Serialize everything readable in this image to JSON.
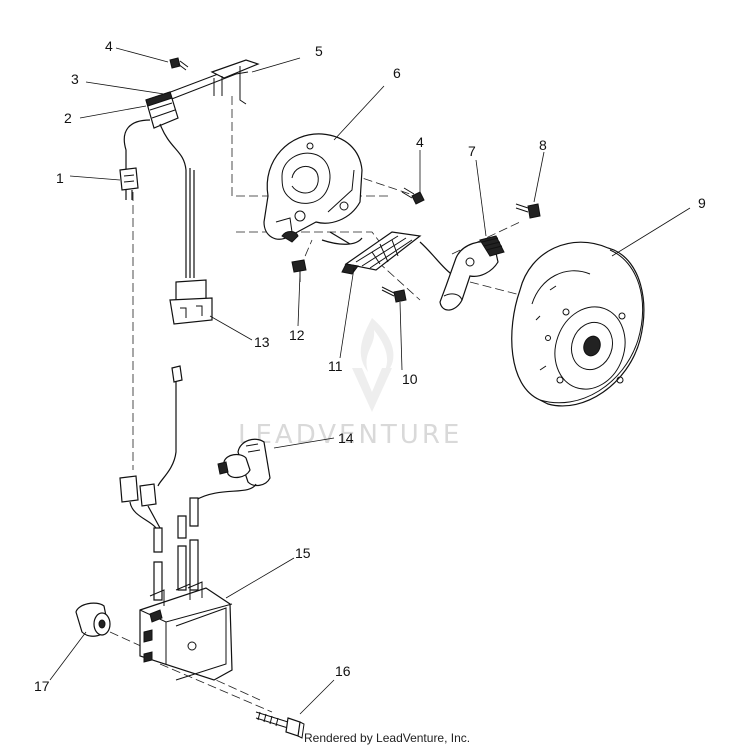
{
  "callouts": {
    "n1": "1",
    "n2": "2",
    "n3": "3",
    "n4a": "4",
    "n4b": "4",
    "n5": "5",
    "n6": "6",
    "n7": "7",
    "n8": "8",
    "n9": "9",
    "n10": "10",
    "n11": "11",
    "n12": "12",
    "n13": "13",
    "n14": "14",
    "n15": "15",
    "n16": "16",
    "n17": "17"
  },
  "watermark": "LEADVENTURE",
  "credit": "Rendered by LeadVenture, Inc."
}
